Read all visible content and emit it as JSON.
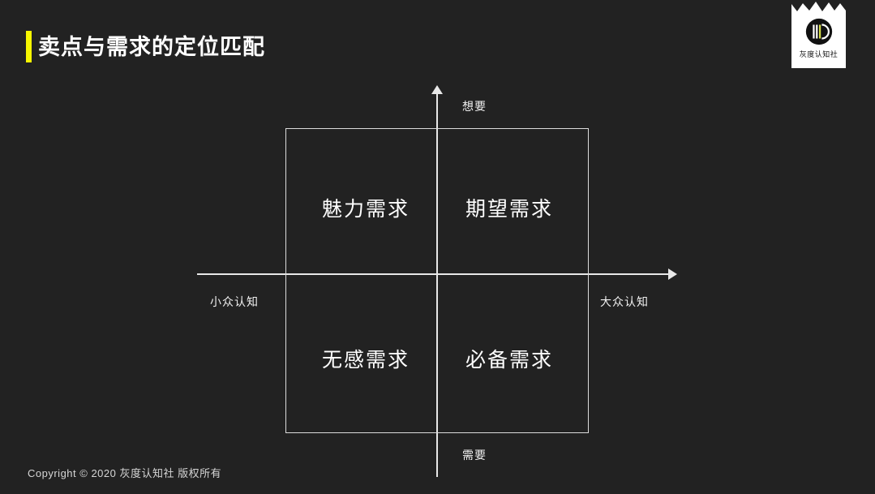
{
  "slide": {
    "background_color": "#222222",
    "accent_color": "#f6f600",
    "text_color": "#ffffff"
  },
  "header": {
    "title": "卖点与需求的定位匹配"
  },
  "logo": {
    "text": "灰度认知社",
    "mark_icon": "circular-monogram-icon",
    "ornament_icon": "zigzag-mountain-icon"
  },
  "chart_data": {
    "type": "matrix",
    "title": "卖点与需求的定位匹配",
    "xlabel_left": "小众认知",
    "xlabel_right": "大众认知",
    "ylabel_top": "想要",
    "ylabel_bottom": "需要",
    "grid": true,
    "legend_position": "none",
    "quadrants": [
      {
        "position": "top-left",
        "label": "魅力需求"
      },
      {
        "position": "top-right",
        "label": "期望需求"
      },
      {
        "position": "bottom-left",
        "label": "无感需求"
      },
      {
        "position": "bottom-right",
        "label": "必备需求"
      }
    ],
    "axes": {
      "x": {
        "label_low": "小众认知",
        "label_high": "大众认知"
      },
      "y": {
        "label_low": "需要",
        "label_high": "想要"
      }
    }
  },
  "footer": {
    "copyright": "Copyright © 2020 灰度认知社 版权所有"
  }
}
